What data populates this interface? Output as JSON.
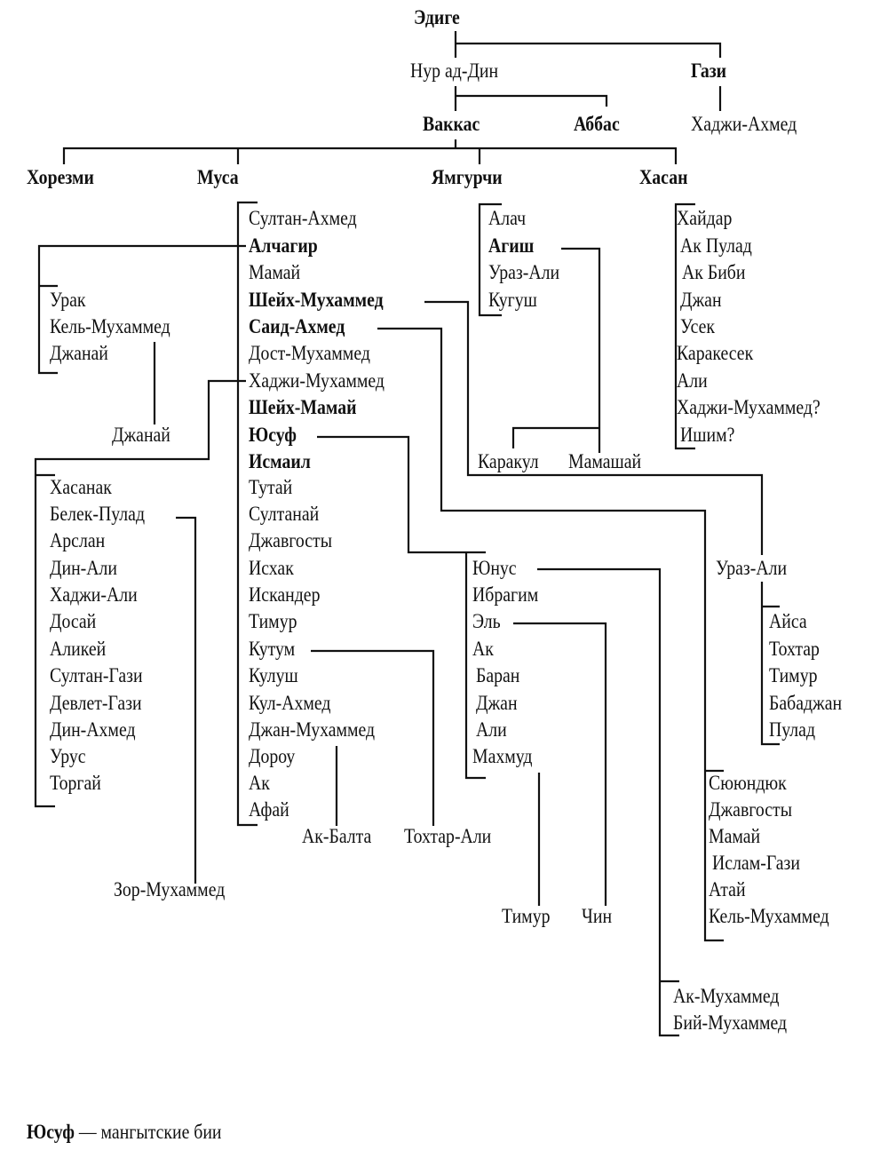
{
  "title": "Генеалогия потомков Эдиге",
  "nodes": [
    {
      "id": "edige",
      "name": "Эдиге",
      "bold": true
    },
    {
      "id": "nur",
      "name": "Нур ад-Дин",
      "bold": false
    },
    {
      "id": "gazi",
      "name": "Гази",
      "bold": true
    },
    {
      "id": "vakkas",
      "name": "Ваккас",
      "bold": true
    },
    {
      "id": "abbas",
      "name": "Аббас",
      "bold": true
    },
    {
      "id": "hadzhi_ahmed",
      "name": "Хаджи-Ахмед",
      "bold": false
    },
    {
      "id": "horezmi",
      "name": "Хорезми",
      "bold": true
    },
    {
      "id": "musa",
      "name": "Муса",
      "bold": true
    },
    {
      "id": "yamgurchi",
      "name": "Ямгурчи",
      "bold": true
    },
    {
      "id": "hasan",
      "name": "Хасан",
      "bold": true
    },
    {
      "id": "m1",
      "name": "Султан-Ахмед",
      "bold": false
    },
    {
      "id": "m2",
      "name": "Алчагир",
      "bold": true
    },
    {
      "id": "m3",
      "name": "Мамай",
      "bold": false
    },
    {
      "id": "m4",
      "name": "Шейх-Мухаммед",
      "bold": true
    },
    {
      "id": "m5",
      "name": "Саид-Ахмед",
      "bold": true
    },
    {
      "id": "m6",
      "name": "Дост-Мухаммед",
      "bold": false
    },
    {
      "id": "m7",
      "name": "Хаджи-Мухаммед",
      "bold": false
    },
    {
      "id": "m8",
      "name": "Шейх-Мамай",
      "bold": true
    },
    {
      "id": "m9",
      "name": "Юсуф",
      "bold": true
    },
    {
      "id": "m10",
      "name": "Исмаил",
      "bold": true
    },
    {
      "id": "m11",
      "name": "Тутай",
      "bold": false
    },
    {
      "id": "m12",
      "name": "Султанай",
      "bold": false
    },
    {
      "id": "m13",
      "name": "Джавгосты",
      "bold": false
    },
    {
      "id": "m14",
      "name": "Исхак",
      "bold": false
    },
    {
      "id": "m15",
      "name": "Искандер",
      "bold": false
    },
    {
      "id": "m16",
      "name": "Тимур",
      "bold": false
    },
    {
      "id": "m17",
      "name": "Кутум",
      "bold": false
    },
    {
      "id": "m18",
      "name": "Кулуш",
      "bold": false
    },
    {
      "id": "m19",
      "name": "Кул-Ахмед",
      "bold": false
    },
    {
      "id": "m20",
      "name": "Джан-Мухаммед",
      "bold": false
    },
    {
      "id": "m21",
      "name": "Дороу",
      "bold": false
    },
    {
      "id": "m22",
      "name": "Ак",
      "bold": false
    },
    {
      "id": "m23",
      "name": "Афай",
      "bold": false
    },
    {
      "id": "y1",
      "name": "Алач",
      "bold": false
    },
    {
      "id": "y2",
      "name": "Агиш",
      "bold": true
    },
    {
      "id": "y3",
      "name": "Ураз-Али",
      "bold": false
    },
    {
      "id": "y4",
      "name": "Кугуш",
      "bold": false
    },
    {
      "id": "h1",
      "name": "Хайдар",
      "bold": false
    },
    {
      "id": "h2",
      "name": "Ак Пулад",
      "bold": false
    },
    {
      "id": "h3",
      "name": "Ак Биби",
      "bold": false
    },
    {
      "id": "h4",
      "name": "Джан",
      "bold": false
    },
    {
      "id": "h5",
      "name": "Усек",
      "bold": false
    },
    {
      "id": "h6",
      "name": "Каракесек",
      "bold": false
    },
    {
      "id": "h7",
      "name": "Али",
      "bold": false
    },
    {
      "id": "h8",
      "name": "Хаджи-Мухаммед?",
      "bold": false
    },
    {
      "id": "h9",
      "name": "Ишим?",
      "bold": false
    },
    {
      "id": "a1",
      "name": "Урак",
      "bold": false
    },
    {
      "id": "a2",
      "name": "Кель-Мухаммед",
      "bold": false
    },
    {
      "id": "a3",
      "name": "Джанай",
      "bold": false
    },
    {
      "id": "a2c",
      "name": "Джанай",
      "bold": false
    },
    {
      "id": "hm1",
      "name": "Хасанак",
      "bold": false
    },
    {
      "id": "hm2",
      "name": "Белек-Пулад",
      "bold": false
    },
    {
      "id": "hm3",
      "name": "Арслан",
      "bold": false
    },
    {
      "id": "hm4",
      "name": "Дин-Али",
      "bold": false
    },
    {
      "id": "hm5",
      "name": "Хаджи-Али",
      "bold": false
    },
    {
      "id": "hm6",
      "name": "Досай",
      "bold": false
    },
    {
      "id": "hm7",
      "name": "Аликей",
      "bold": false
    },
    {
      "id": "hm8",
      "name": "Султан-Гази",
      "bold": false
    },
    {
      "id": "hm9",
      "name": "Девлет-Гази",
      "bold": false
    },
    {
      "id": "hm10",
      "name": "Дин-Ахмед",
      "bold": false
    },
    {
      "id": "hm11",
      "name": "Урус",
      "bold": false
    },
    {
      "id": "hm12",
      "name": "Торгай",
      "bold": false
    },
    {
      "id": "zor",
      "name": "Зор-Мухаммед",
      "bold": false
    },
    {
      "id": "karakul",
      "name": "Каракул",
      "bold": false
    },
    {
      "id": "mamashai",
      "name": "Мамашай",
      "bold": false
    },
    {
      "id": "uraz2",
      "name": "Ураз-Али",
      "bold": false
    },
    {
      "id": "u1",
      "name": "Айса",
      "bold": false
    },
    {
      "id": "u2",
      "name": "Тохтар",
      "bold": false
    },
    {
      "id": "u3",
      "name": "Тимур",
      "bold": false
    },
    {
      "id": "u4",
      "name": "Бабаджан",
      "bold": false
    },
    {
      "id": "u5",
      "name": "Пулад",
      "bold": false
    },
    {
      "id": "s1",
      "name": "Сююндюк",
      "bold": false
    },
    {
      "id": "s2",
      "name": "Джавгосты",
      "bold": false
    },
    {
      "id": "s3",
      "name": "Мамай",
      "bold": false
    },
    {
      "id": "s4",
      "name": "Ислам-Гази",
      "bold": false
    },
    {
      "id": "s5",
      "name": "Атай",
      "bold": false
    },
    {
      "id": "s6",
      "name": "Кель-Мухаммед",
      "bold": false
    },
    {
      "id": "j1",
      "name": "Юнус",
      "bold": false
    },
    {
      "id": "j2",
      "name": "Ибрагим",
      "bold": false
    },
    {
      "id": "j3",
      "name": "Эль",
      "bold": false
    },
    {
      "id": "j4",
      "name": "Ак",
      "bold": false
    },
    {
      "id": "j5",
      "name": "Баран",
      "bold": false
    },
    {
      "id": "j6",
      "name": "Джан",
      "bold": false
    },
    {
      "id": "j7",
      "name": "Али",
      "bold": false
    },
    {
      "id": "j8",
      "name": "Махмуд",
      "bold": false
    },
    {
      "id": "akbalta",
      "name": "Ак-Балта",
      "bold": false
    },
    {
      "id": "tohtarali",
      "name": "Тохтар-Али",
      "bold": false
    },
    {
      "id": "timur2",
      "name": "Тимур",
      "bold": false
    },
    {
      "id": "chin",
      "name": "Чин",
      "bold": false
    },
    {
      "id": "akmuh",
      "name": "Ак-Мухаммед",
      "bold": false
    },
    {
      "id": "biymuh",
      "name": "Бий-Мухаммед",
      "bold": false
    }
  ],
  "legend": {
    "name": "Юсуф",
    "text": " — мангытские бии"
  }
}
